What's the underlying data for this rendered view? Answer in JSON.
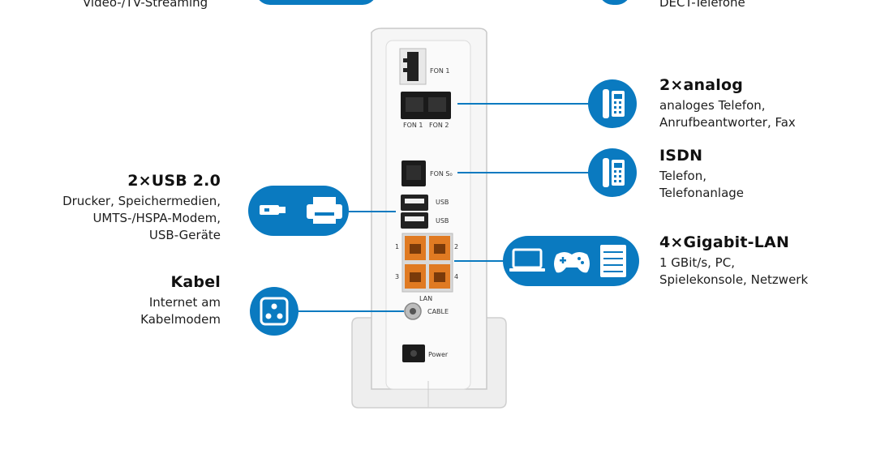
{
  "top": {
    "left_caption": "Video-/TV-Streaming",
    "right_caption": "DECT-Telefone"
  },
  "captions": {
    "usb": {
      "title": "2×USB 2.0",
      "lines": [
        "Drucker, Speichermedien,",
        "UMTS-/HSPA-Modem,",
        "USB-Geräte"
      ]
    },
    "cable": {
      "title": "Kabel",
      "lines": [
        "Internet am",
        "Kabelmodem"
      ]
    },
    "analog": {
      "title": "2×analog",
      "lines": [
        "analoges Telefon,",
        "Anrufbeantworter, Fax"
      ]
    },
    "isdn": {
      "title": "ISDN",
      "lines": [
        "Telefon,",
        "Telefonanlage"
      ]
    },
    "lan": {
      "title": "4×Gigabit-LAN",
      "lines": [
        "1 GBit/s, PC,",
        "Spielekonsole, Netzwerk"
      ]
    }
  },
  "ports": {
    "fon1_top": "FON 1",
    "fon1": "FON 1",
    "fon2": "FON 2",
    "fon_s0": "FON S₀",
    "usb1": "USB",
    "usb2": "USB",
    "lan_1": "1",
    "lan_2": "2",
    "lan_3": "3",
    "lan_4": "4",
    "lan": "LAN",
    "cable": "CABLE",
    "power": "Power"
  },
  "icons": {
    "usb_badge": [
      "usb-stick-icon",
      "printer-icon"
    ],
    "cable_badge": [
      "coax-socket-icon"
    ],
    "analog_badge": [
      "phone-icon"
    ],
    "isdn_badge": [
      "phone-icon"
    ],
    "lan_badge": [
      "laptop-icon",
      "gamepad-icon",
      "server-icon"
    ]
  },
  "colors": {
    "accent_blue": "#0a7ac0",
    "lan_orange": "#e07a22",
    "device_white": "#f4f4f4"
  }
}
